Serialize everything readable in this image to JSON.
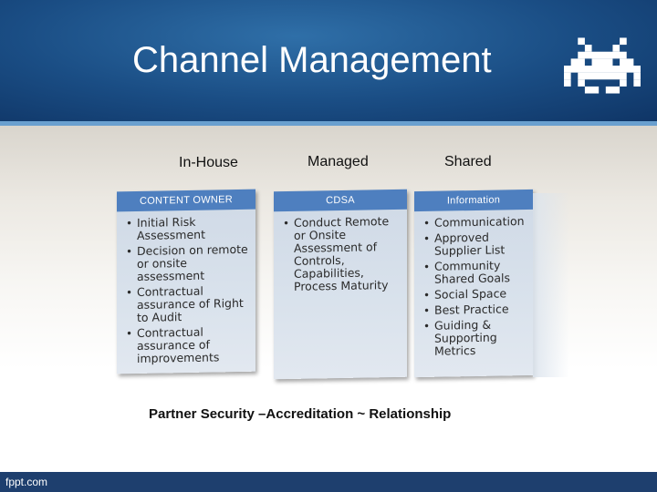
{
  "slide": {
    "title": "Channel Management",
    "caption": "Partner Security –Accreditation ~ Relationship",
    "footer_brand": "fppt.com"
  },
  "columns": [
    {
      "label": "In-House",
      "header": "CONTENT OWNER",
      "items": [
        "Initial Risk Assessment",
        "Decision on remote or onsite assessment",
        "Contractual assurance of Right to Audit",
        "Contractual assurance of improvements"
      ]
    },
    {
      "label": "Managed",
      "header": "CDSA",
      "items": [
        "Conduct Remote or Onsite Assessment of Controls, Capabilities, Process Maturity"
      ]
    },
    {
      "label": "Shared",
      "header": "Information",
      "items": [
        "Communication",
        "Approved Supplier List",
        "Community Shared Goals",
        "Social Space",
        "Best Practice",
        "Guiding & Supporting Metrics"
      ]
    }
  ],
  "colors": {
    "header_bg": "#1a4d84",
    "panel_header": "#4e7fbf",
    "panel_body": "#d9e2ec",
    "footer_bg": "#1e3f6e"
  },
  "icons": [
    "space-invader-icon"
  ]
}
